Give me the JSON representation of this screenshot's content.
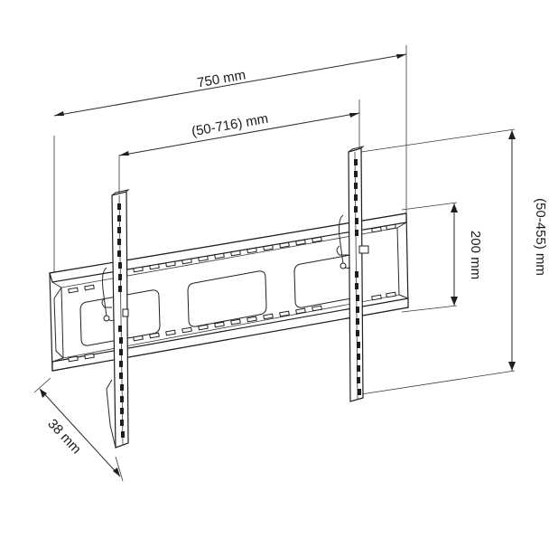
{
  "dimensions": {
    "overall_width": "750 mm",
    "bracket_spacing": "(50-716) mm",
    "vertical_range": "(50-455) mm",
    "rail_height": "200 mm",
    "depth": "38 mm"
  },
  "colors": {
    "line": "#1e1e1e",
    "background": "#ffffff"
  }
}
